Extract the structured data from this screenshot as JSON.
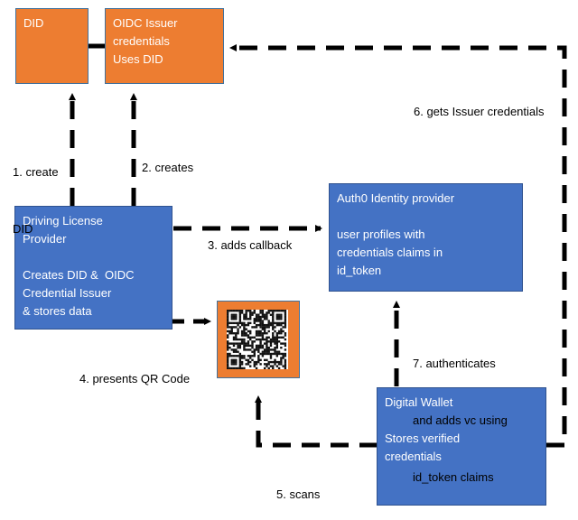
{
  "colors": {
    "orange_box": "#ED7D31",
    "blue_box": "#4472C4",
    "arrow": "#000000",
    "text_on_box": "#FFFFFF"
  },
  "nodes": {
    "did": {
      "lines": [
        "DID"
      ]
    },
    "oidc_issuer": {
      "lines": [
        "OIDC Issuer",
        "credentials",
        "Uses DID"
      ]
    },
    "driving_license": {
      "lines": [
        "Driving License",
        "Provider",
        "",
        "Creates DID &  OIDC",
        "Credential Issuer",
        "& stores data"
      ]
    },
    "auth0": {
      "lines": [
        "Auth0 Identity provider",
        "",
        "user profiles with",
        "credentials claims in",
        "id_token"
      ]
    },
    "qr_code": {
      "icon": "qr-code-icon"
    },
    "wallet": {
      "lines": [
        "Digital Wallet",
        "",
        "Stores verified",
        "credentials"
      ]
    }
  },
  "edges": {
    "e1": {
      "lines": [
        "1. create",
        "DID"
      ]
    },
    "e2": {
      "lines": [
        "2. creates"
      ]
    },
    "e3": {
      "lines": [
        "3. adds callback"
      ]
    },
    "e4": {
      "lines": [
        "4. presents QR Code"
      ]
    },
    "e5": {
      "lines": [
        "5. scans"
      ]
    },
    "e6": {
      "lines": [
        "6. gets Issuer credentials"
      ]
    },
    "e7": {
      "lines": [
        "7. authenticates",
        "and adds vc using",
        "id_token claims"
      ]
    }
  }
}
